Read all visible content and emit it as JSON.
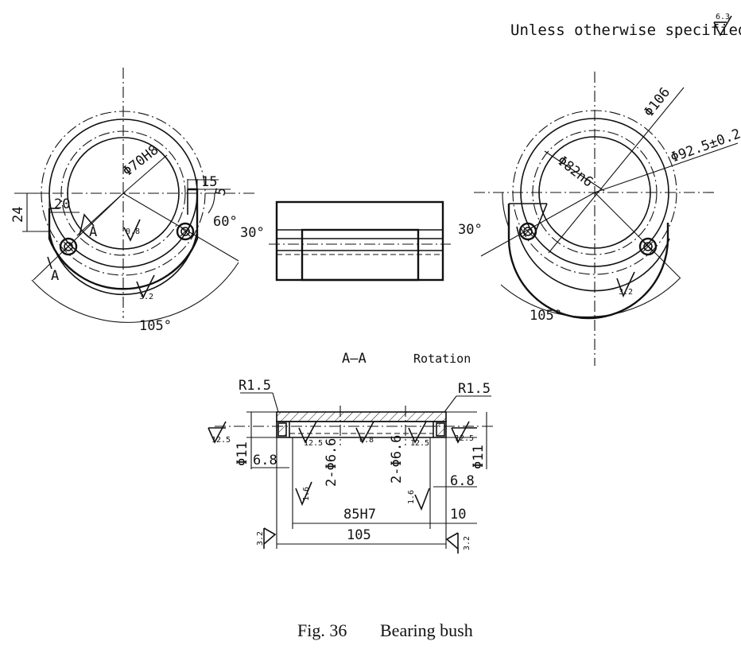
{
  "header": {
    "note": "Unless otherwise specified",
    "roughness": "6.3"
  },
  "left_view": {
    "dims": {
      "bore": "Φ70H8",
      "w15": "15",
      "w5": "5",
      "w20": "20",
      "h24": "24",
      "a60": "60°",
      "a30": "30°",
      "a105": "105°",
      "sectionA1": "A",
      "sectionA2": "A"
    },
    "rough": {
      "r08": "0.8",
      "r32": "3.2"
    }
  },
  "right_view": {
    "dims": {
      "d106": "Φ106",
      "d92": "Φ92.5±0.2",
      "d82": "Φ82n6",
      "a30": "30°",
      "a105": "105°"
    },
    "rough": {
      "r32": "3.2"
    }
  },
  "section": {
    "title": "A—A",
    "rotation": "Rotation",
    "dims": {
      "r15_left": "R1.5",
      "r15_right": "R1.5",
      "phi11_left": "Φ11",
      "phi11_right": "Φ11",
      "h68_left": "6.8",
      "h68_right": "6.8",
      "holes_left": "2-Φ6.6",
      "holes_right": "2-Φ6.6",
      "d85": "85H7",
      "d105": "105",
      "d10": "10"
    },
    "rough": {
      "r125_a": "12.5",
      "r125_b": "12.5",
      "r125_c": "12.5",
      "r125_d": "12.5",
      "r08": "0.8",
      "r16_a": "1.6",
      "r16_b": "1.6",
      "r32_a": "3.2",
      "r32_b": "3.2"
    }
  },
  "caption": {
    "fig": "Fig. 36",
    "title": "Bearing bush"
  }
}
